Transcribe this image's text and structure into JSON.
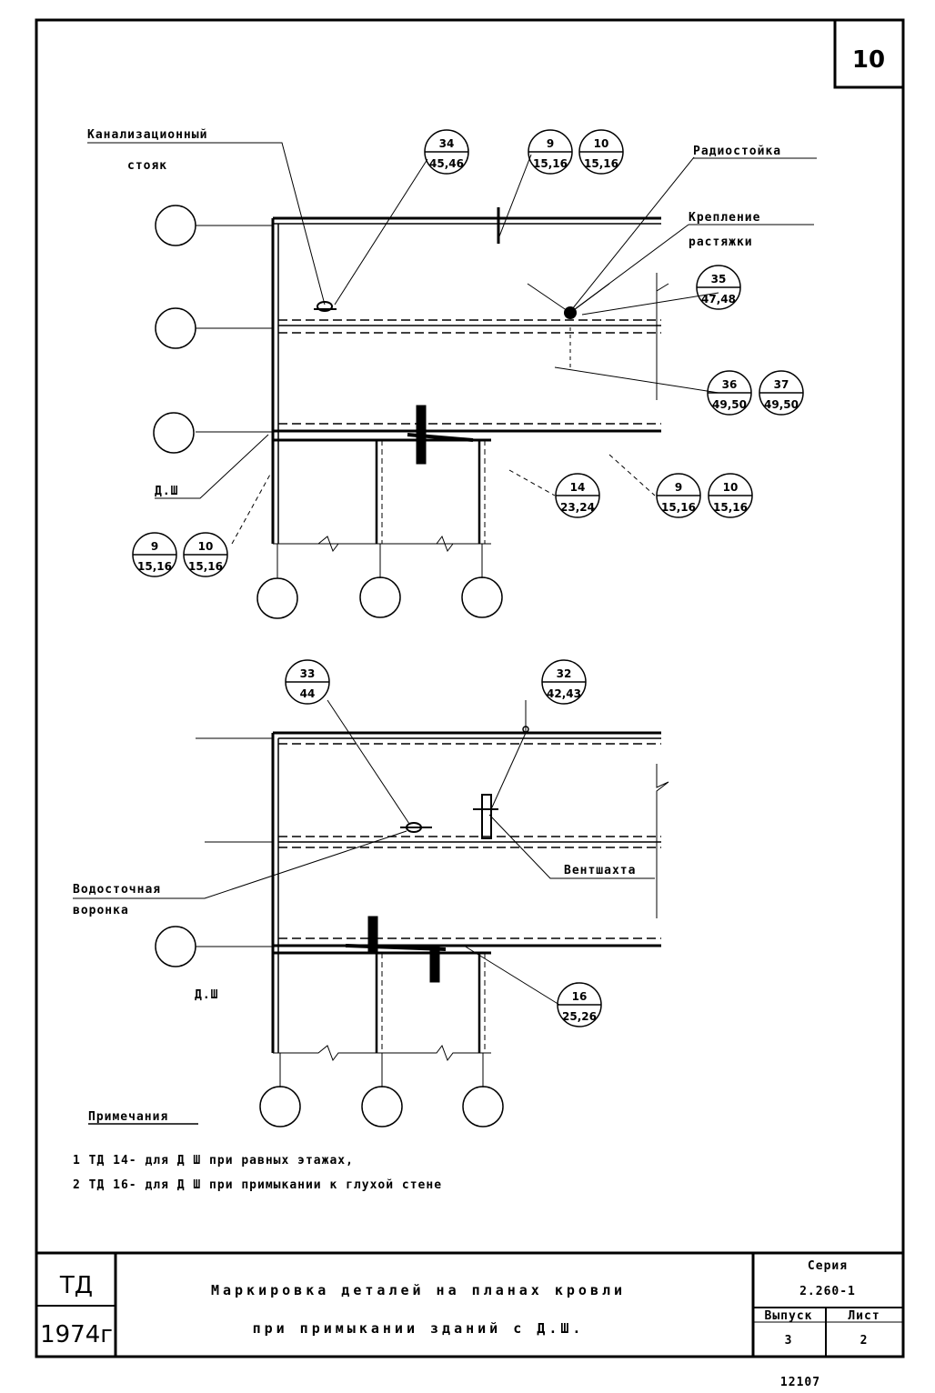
{
  "sheet_number": "10",
  "top_plan": {
    "labels": {
      "sewer_riser_line1": "Канализационный",
      "sewer_riser_line2": "стояк",
      "drain_pipe": "Радиостойка",
      "stay_line1": "Крепление",
      "stay_line2": "растяжки",
      "expansion_joint": "Д.Ш"
    },
    "callouts": [
      {
        "num": "34",
        "sheet": "45,46"
      },
      {
        "num": "9",
        "sheet": "15,16"
      },
      {
        "num": "10",
        "sheet": "15,16"
      },
      {
        "num": "35",
        "sheet": "47,48"
      },
      {
        "num": "36",
        "sheet": "49,50"
      },
      {
        "num": "37",
        "sheet": "49,50"
      },
      {
        "num": "14",
        "sheet": "23,24"
      },
      {
        "num": "9",
        "sheet": "15,16"
      },
      {
        "num": "10",
        "sheet": "15,16"
      },
      {
        "num": "9",
        "sheet": "15,16"
      },
      {
        "num": "10",
        "sheet": "15,16"
      }
    ]
  },
  "bottom_plan": {
    "labels": {
      "funnel_line1": "Водосточная",
      "funnel_line2": "воронка",
      "vent_shaft": "Вентшахта",
      "expansion_joint": "Д.Ш"
    },
    "callouts": [
      {
        "num": "33",
        "sheet": "44"
      },
      {
        "num": "32",
        "sheet": "42,43"
      },
      {
        "num": "16",
        "sheet": "25,26"
      }
    ]
  },
  "notes": {
    "title": "Примечания",
    "items": [
      "1  ТД 14- для Д Ш при равных этажах,",
      "2  ТД 16- для Д Ш при примыкании к глухой стене"
    ]
  },
  "title_block": {
    "code": "ТД",
    "year": "1974г",
    "title_line1": "Маркировка деталей на планах кровли",
    "title_line2": "при примыкании зданий с Д.Ш.",
    "series_label": "Серия",
    "series_value": "2.260-1",
    "issue_label": "Выпуск",
    "issue_value": "3",
    "sheet_label": "Лист",
    "sheet_value": "2"
  },
  "footer_stamp": "12107"
}
